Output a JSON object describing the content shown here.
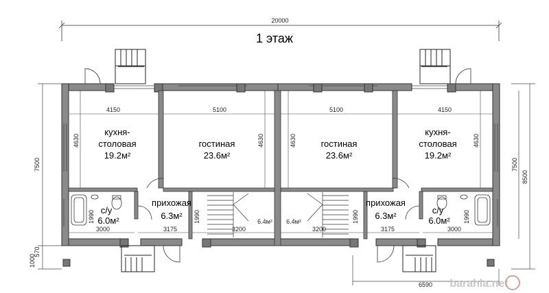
{
  "title": "1 этаж",
  "dimensions": {
    "overall_width": "20000",
    "overall_height": "8500",
    "inner_height": "7500",
    "porch_depth": "1000",
    "step": "570",
    "porch_width": "6590",
    "kitchen_width": "4150",
    "living_width": "5100",
    "room_depth": "4630",
    "bath_width": "3000",
    "hall_width": "3175",
    "stair_width": "3200",
    "bath_depth": "1990"
  },
  "rooms": {
    "kitchen_left": {
      "name_line1": "кухня-",
      "name_line2": "столовая",
      "area": "19.2м²"
    },
    "living_left": {
      "name": "гостиная",
      "area": "23.6м²"
    },
    "living_right": {
      "name": "гостиная",
      "area": "23.6м²"
    },
    "kitchen_right": {
      "name_line1": "кухня-",
      "name_line2": "столовая",
      "area": "19.2м²"
    },
    "bath_left": {
      "name": "с/у",
      "area": "6.0м²"
    },
    "hall_left": {
      "name": "прихожая",
      "area": "6.3м²"
    },
    "stair_left": {
      "area": "6.4м²"
    },
    "stair_right": {
      "area": "6.4м²"
    },
    "hall_right": {
      "name": "прихожая",
      "area": "6.3м²"
    },
    "bath_right": {
      "name": "с/у",
      "area": "6.0м²"
    }
  },
  "watermark": "barahla.net"
}
